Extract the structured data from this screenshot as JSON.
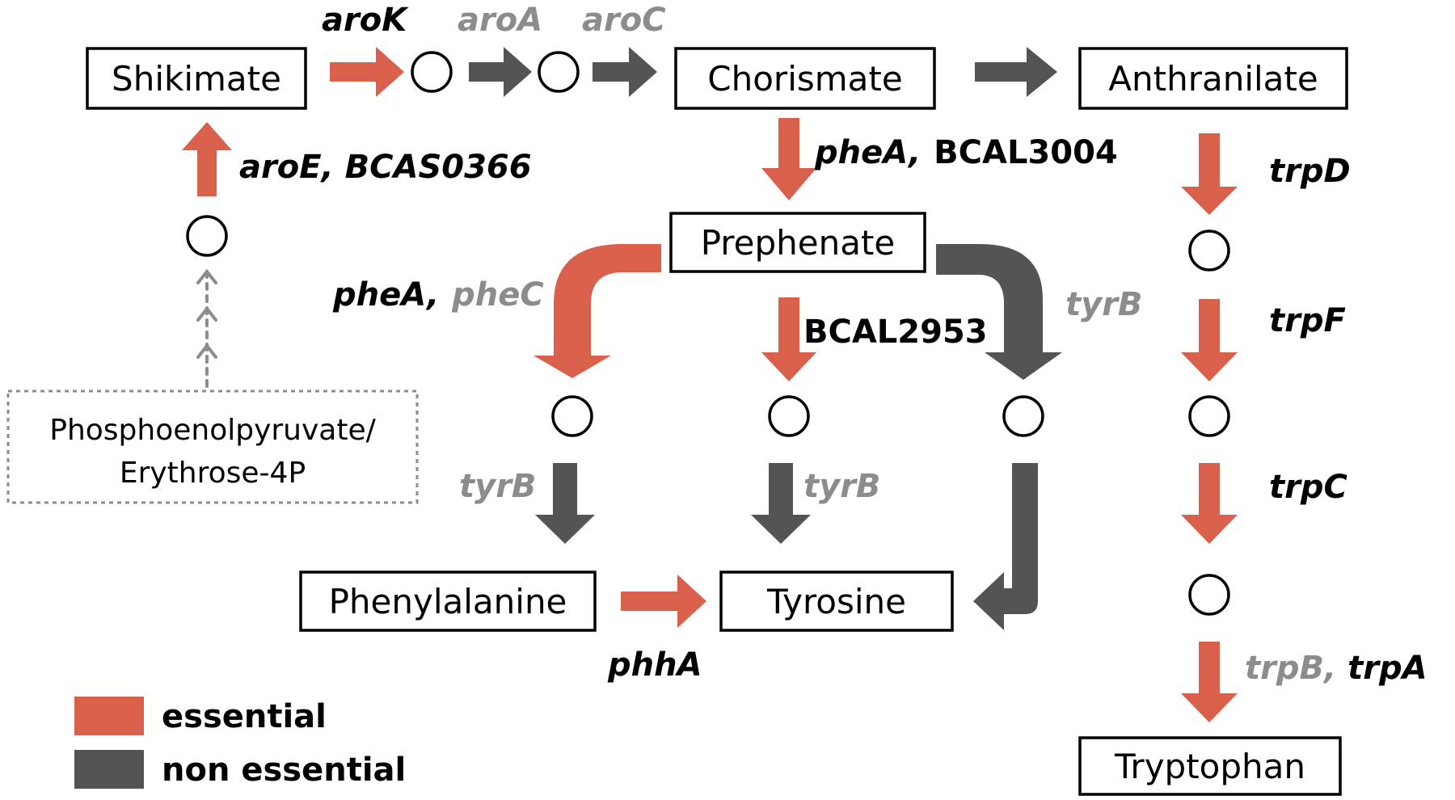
{
  "nodes": {
    "shikimate": "Shikimate",
    "chorismate": "Chorismate",
    "anthranilate": "Anthranilate",
    "prephenate": "Prephenate",
    "phenylalanine": "Phenylalanine",
    "tyrosine": "Tyrosine",
    "tryptophan": "Tryptophan",
    "pep_line1": "Phosphoenolpyruvate/",
    "pep_line2": "Erythrose-4P"
  },
  "genes": {
    "aroK": "aroK",
    "aroA": "aroA",
    "aroC": "aroC",
    "aroE": "aroE, BCAS0366",
    "pheA_chor": "pheA,",
    "bcal3004": "BCAL3004",
    "pheA_prep": "pheA,",
    "pheC": "pheC",
    "bcal2953": "BCAL2953",
    "tyrB_right": "tyrB",
    "tyrB_left": "tyrB",
    "tyrB_mid": "tyrB",
    "phhA": "phhA",
    "trpD": "trpD",
    "trpF": "trpF",
    "trpC": "trpC",
    "trpB": "trpB,",
    "trpA": "trpA"
  },
  "legend": {
    "essential": "essential",
    "non_essential": "non essential"
  },
  "colors": {
    "essential": "#d9604a",
    "non_essential": "#545454",
    "unknown_gene": "#8c8c8c"
  }
}
